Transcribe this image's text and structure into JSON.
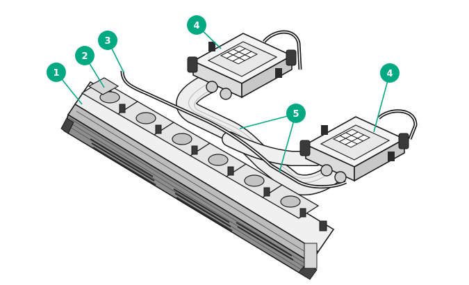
{
  "diagram": {
    "subject": "liquid-cooling-module-assembly",
    "callouts": [
      {
        "id": "radiator",
        "label": "1"
      },
      {
        "id": "pump",
        "label": "2"
      },
      {
        "id": "tube",
        "label": "3"
      },
      {
        "id": "cold-plate-left",
        "label": "4"
      },
      {
        "id": "cold-plate-right",
        "label": "4"
      },
      {
        "id": "hose-bundle",
        "label": "5"
      }
    ],
    "colors": {
      "callout_fill": "#01A982",
      "leader_line": "#01A982",
      "outline": "#1a1a1a",
      "body_fill": "#f2f2f2",
      "shade": "#cfcfcf",
      "dark": "#555555"
    }
  }
}
